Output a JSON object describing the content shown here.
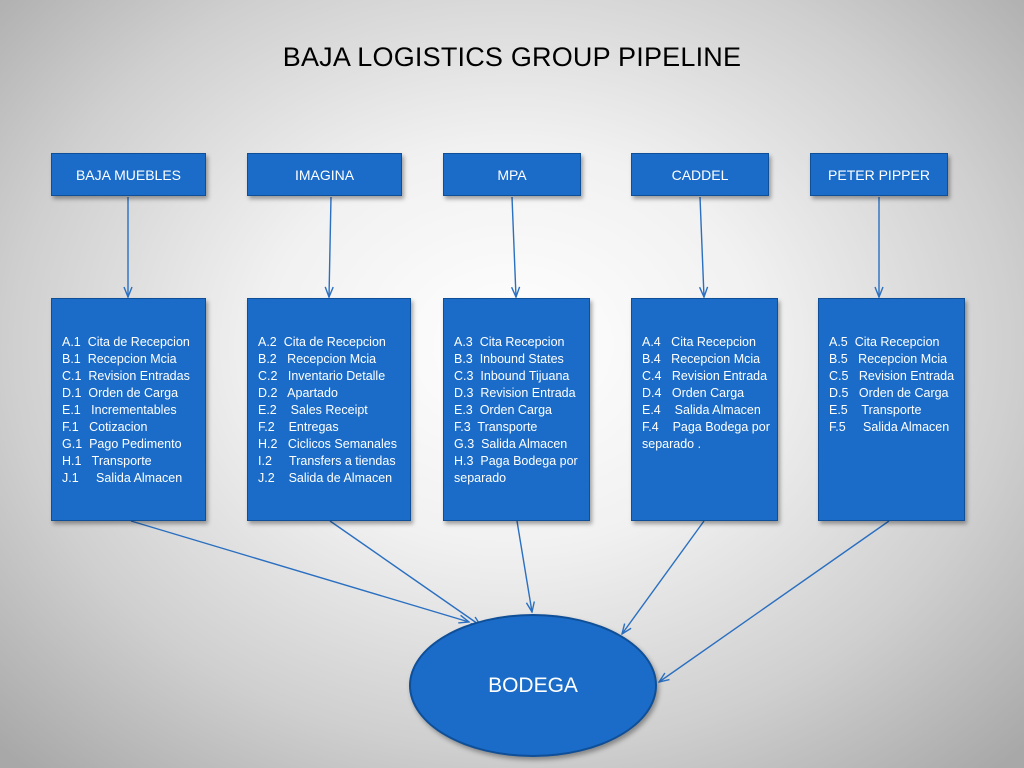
{
  "title": "BAJA LOGISTICS GROUP PIPELINE",
  "companies": [
    {
      "name": "BAJA MUEBLES",
      "steps": [
        "A.1  Cita de Recepcion",
        "B.1  Recepcion Mcia",
        "C.1  Revision Entradas",
        "D.1  Orden de Carga",
        "E.1   Incrementables",
        "F.1   Cotizacion",
        "G.1  Pago Pedimento",
        "H.1   Transporte",
        "J.1     Salida Almacen"
      ]
    },
    {
      "name": "IMAGINA",
      "steps": [
        "A.2  Cita de Recepcion",
        "B.2   Recepcion Mcia",
        "C.2   Inventario Detalle",
        "D.2   Apartado",
        "E.2    Sales Receipt",
        "F.2    Entregas",
        "H.2   Ciclicos Semanales",
        "I.2     Transfers a tiendas",
        "J.2    Salida de Almacen"
      ]
    },
    {
      "name": "MPA",
      "steps": [
        "A.3  Cita Recepcion",
        "B.3  Inbound States",
        "C.3  Inbound Tijuana",
        "D.3  Revision Entrada",
        "E.3  Orden Carga",
        "F.3  Transporte",
        "G.3  Salida Almacen",
        "H.3  Paga Bodega por separado"
      ]
    },
    {
      "name": "CADDEL",
      "steps": [
        "A.4   Cita Recepcion",
        "B.4   Recepcion Mcia",
        "C.4   Revision Entrada",
        "D.4   Orden Carga",
        "E.4    Salida Almacen",
        "F.4    Paga Bodega por separado ."
      ]
    },
    {
      "name": "PETER PIPPER",
      "steps": [
        "A.5  Cita Recepcion",
        "B.5   Recepcion Mcia",
        "C.5   Revision Entrada",
        "D.5   Orden de Carga",
        "E.5    Transporte",
        "F.5     Salida Almacen"
      ]
    }
  ],
  "destination": "BODEGA",
  "colors": {
    "box_fill": "#1a6cc8",
    "box_border": "#0f4f98",
    "connector": "#2a6fc0",
    "text": "#ffffff"
  }
}
